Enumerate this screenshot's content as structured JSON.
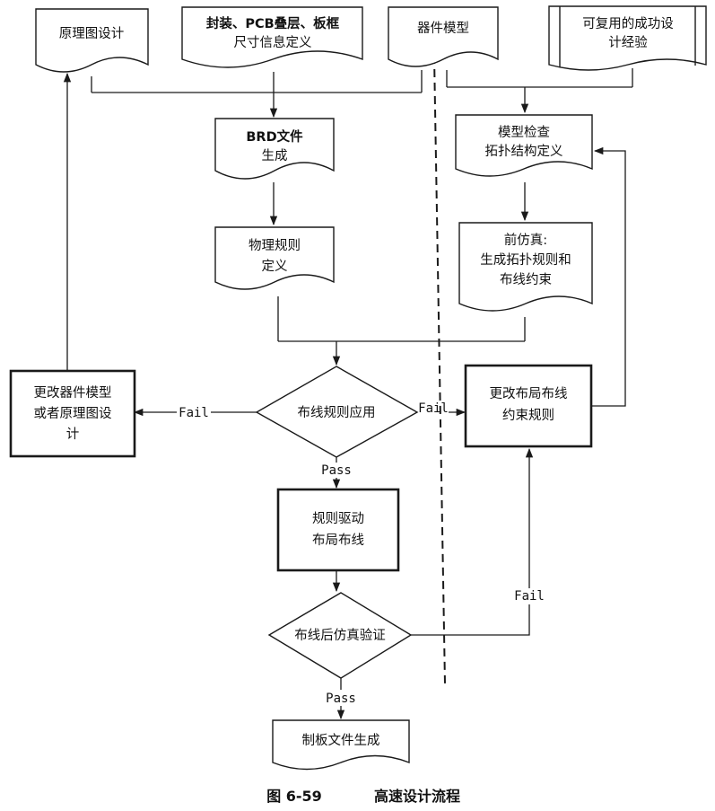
{
  "nodes": {
    "schematic_design": [
      "原理图设计"
    ],
    "package_info": [
      "封装、PCB叠层、板框",
      "尺寸信息定义"
    ],
    "device_model": [
      "器件模型"
    ],
    "reusable_experience": [
      "可复用的成功设",
      "计经验"
    ],
    "brd_generation": [
      "BRD文件",
      "生成"
    ],
    "model_check": [
      "模型检查",
      "拓扑结构定义"
    ],
    "physical_rules": [
      "物理规则",
      "定义"
    ],
    "pre_simulation": [
      "前仿真:",
      "生成拓扑规则和",
      "布线约束"
    ],
    "modify_model": [
      "更改器件模型",
      "或者原理图设",
      "计"
    ],
    "routing_rules_apply": [
      "布线规则应用"
    ],
    "modify_constraints": [
      "更改布局布线",
      "约束规则"
    ],
    "rule_driven_routing": [
      "规则驱动",
      "布局布线"
    ],
    "post_route_verify": [
      "布线后仿真验证"
    ],
    "gerber_generation": [
      "制板文件生成"
    ]
  },
  "edge_labels": {
    "fail_left": "Fail",
    "fail_right": "Fail",
    "pass_1": "Pass",
    "fail_up": "Fail",
    "pass_2": "Pass"
  },
  "caption": {
    "figure_number": "图 6-59",
    "title": "高速设计流程"
  }
}
